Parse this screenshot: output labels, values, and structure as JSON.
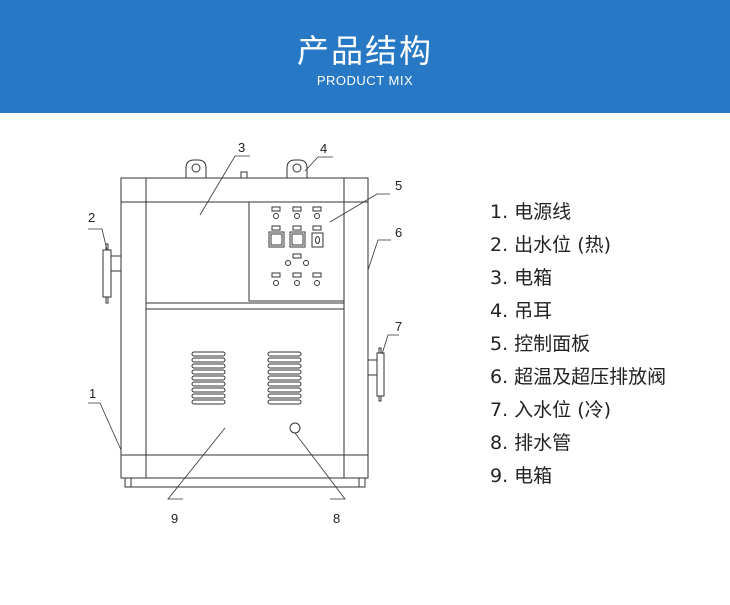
{
  "header": {
    "title": "产品结构",
    "subtitle": "PRODUCT MIX",
    "background_color": "#2779c6"
  },
  "diagram": {
    "callouts": [
      "1",
      "2",
      "3",
      "4",
      "5",
      "6",
      "7",
      "8",
      "9"
    ]
  },
  "legend": {
    "items": [
      "1. 电源线",
      "2. 出水位 (热)",
      "3. 电箱",
      "4. 吊耳",
      "5. 控制面板",
      "6. 超温及超压排放阀",
      "7. 入水位 (冷)",
      "8. 排水管",
      "9. 电箱"
    ]
  }
}
